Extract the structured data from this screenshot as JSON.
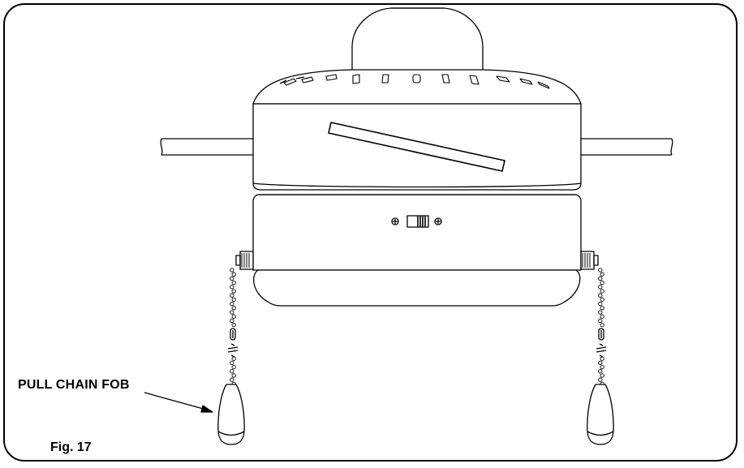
{
  "callout": {
    "label": "PULL CHAIN FOB"
  },
  "figure": {
    "label": "Fig. 17"
  },
  "colors": {
    "line": "#000000",
    "background": "#ffffff"
  },
  "parts": [
    "motor-canopy",
    "motor-housing",
    "fan-blade-arm",
    "switch-housing",
    "reverse-switch",
    "light-kit-bowl",
    "pull-chain",
    "pull-chain-fob"
  ]
}
